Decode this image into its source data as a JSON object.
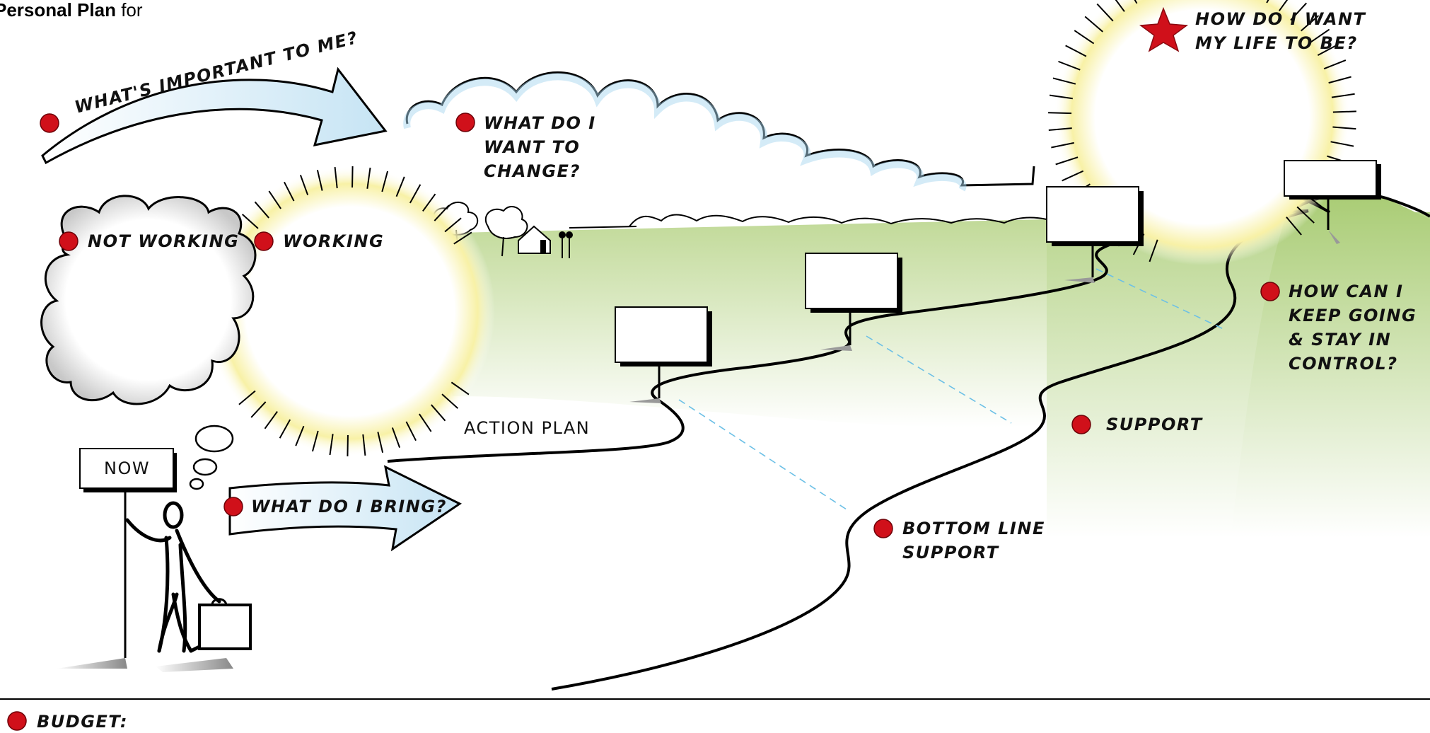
{
  "title": {
    "bold": "Personal Plan",
    "rest": " for"
  },
  "labels": {
    "important": "WHAT'S IMPORTANT TO ME?",
    "change": [
      "WHAT DO I",
      "WANT TO",
      "CHANGE?"
    ],
    "life": [
      "HOW DO I WANT",
      "MY LIFE TO BE?"
    ],
    "not_working": "NOT WORKING",
    "working": "WORKING",
    "action_plan": "ACTION PLAN",
    "now": "NOW",
    "bring": "WHAT DO I BRING?",
    "bottom_line": [
      "BOTTOM LINE",
      "SUPPORT"
    ],
    "support": "SUPPORT",
    "keep_going": [
      "HOW CAN I",
      "KEEP GOING",
      "& STAY IN",
      "CONTROL?"
    ],
    "budget": "BUDGET:"
  },
  "colors": {
    "bullet": "#d0101a",
    "star": "#d0101a",
    "sun_glow": "#f7ef9c",
    "hill": "#b9d58b",
    "cloud_edge": "#a9d8ef",
    "arrow_fill": "#cfe8f5",
    "dashed": "#6cc0e6"
  }
}
